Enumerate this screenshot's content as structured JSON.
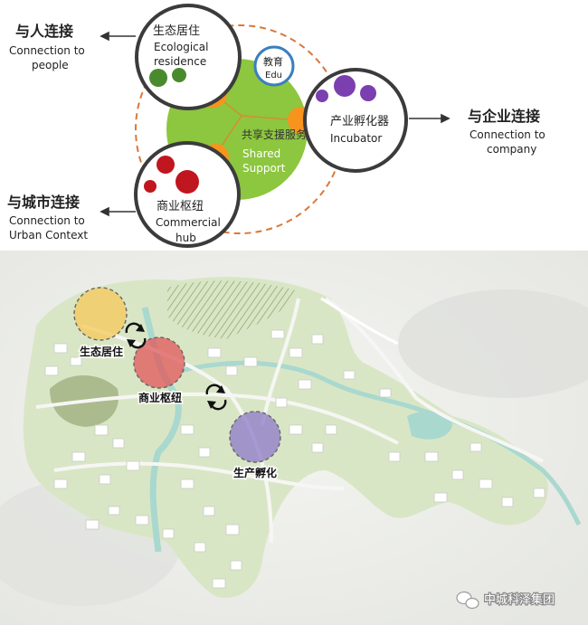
{
  "diagram": {
    "people": {
      "zh": "与人连接",
      "en1": "Connection to",
      "en2": "people"
    },
    "urban": {
      "zh": "与城市连接",
      "en1": "Connection to",
      "en2": "Urban Context"
    },
    "company": {
      "zh": "与企业连接",
      "en1": "Connection to",
      "en2": "company"
    },
    "eco": {
      "zh": "生态居住",
      "en1": "Ecological",
      "en2": "residence"
    },
    "commercial": {
      "zh": "商业枢纽",
      "en1": "Commercial",
      "en2": "hub"
    },
    "incubator": {
      "zh": "产业孵化器",
      "en1": "Incubator"
    },
    "edu": {
      "zh": "教育",
      "en": "Edu"
    },
    "shared": {
      "zh": "共享支援服务",
      "en1": "Shared",
      "en2": "Support"
    }
  },
  "map": {
    "eco_label": "生态居住",
    "commercial_label": "商业枢纽",
    "production_label": "生产孵化"
  },
  "watermark": {
    "text": "中城科泽集团"
  },
  "colors": {
    "green": "#8dc63f",
    "orange": "#f7941d",
    "dashed_ring": "#d9783a",
    "edu_ring": "#3a7fbf",
    "eco_dot": "#4a8a2e",
    "hub_dot": "#c0161f",
    "incubator_dot": "#7b3fb0",
    "map_yellow": "#f5c85a",
    "map_red": "#e0555a",
    "map_purple": "#8d78c8"
  }
}
